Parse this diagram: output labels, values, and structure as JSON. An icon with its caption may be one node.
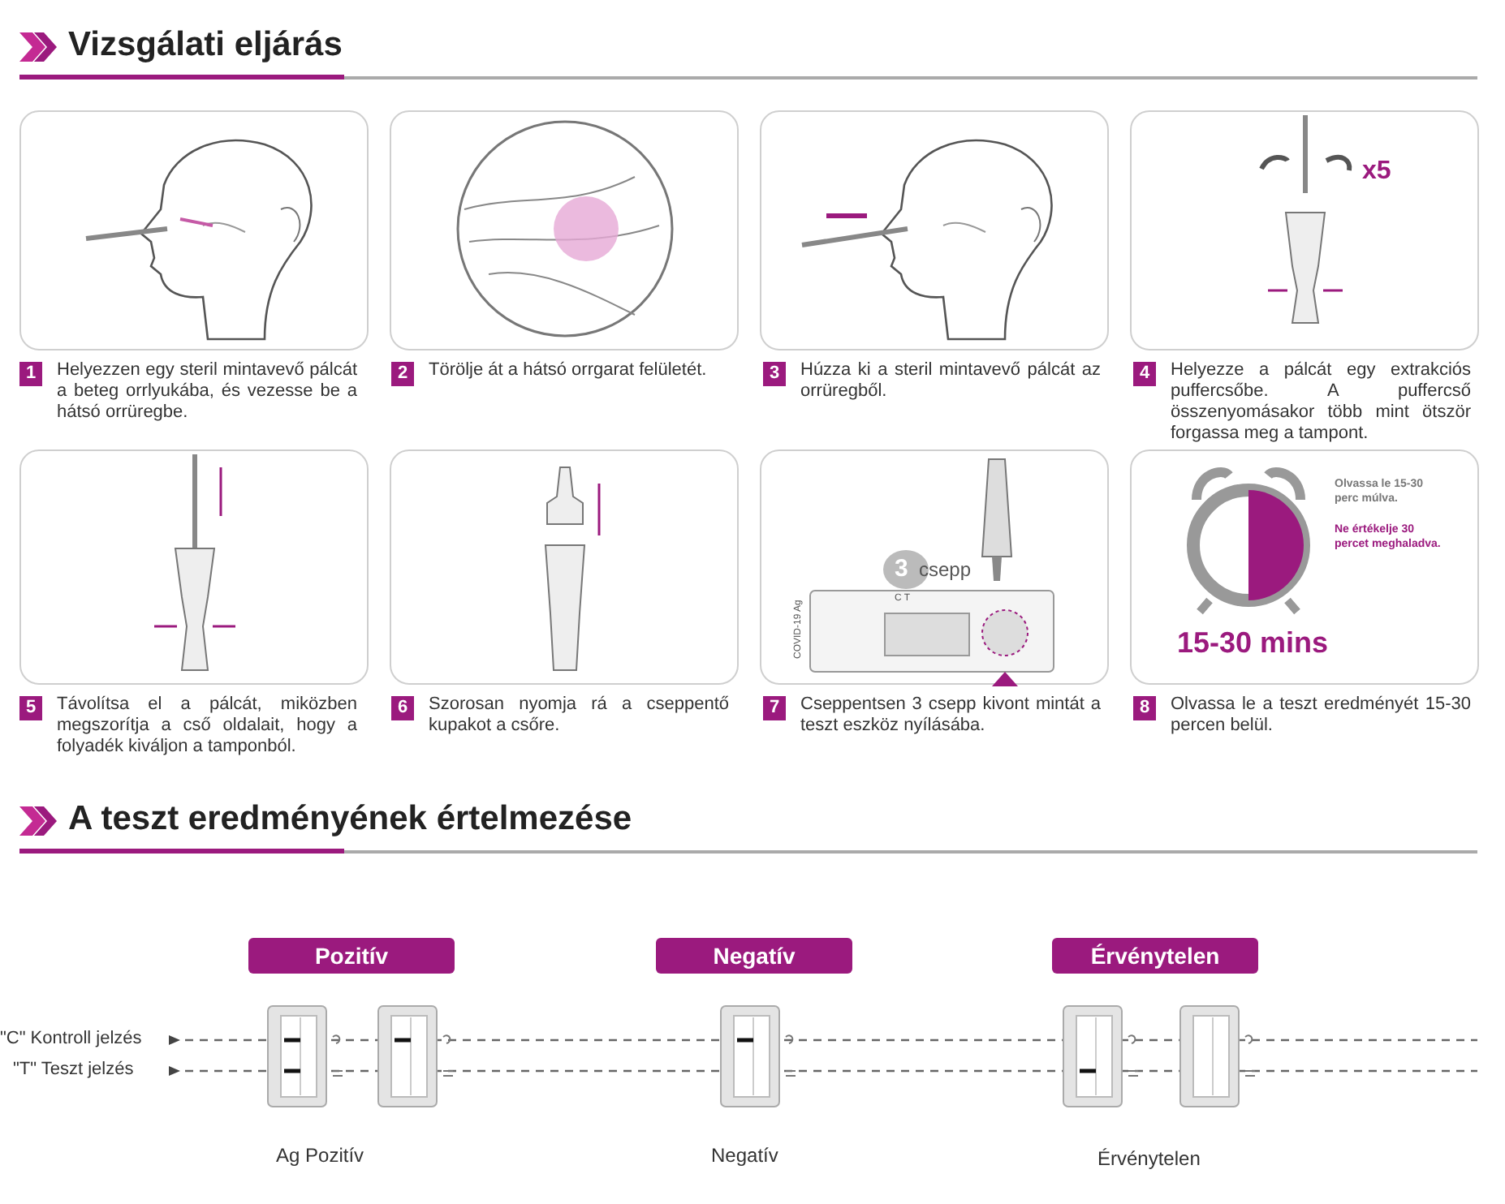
{
  "diagram": {
    "title": "Vizsgálati eljárás",
    "nodes": [
      {
        "text": [],
        "shape": "picture",
        "beside": [
          "1",
          "Helyezzen egy steril mintavevő pálcát a beteg orrlyukába, és vezesse be a hátsó orrüregbe."
        ]
      },
      {
        "text": [],
        "shape": "picture",
        "beside": [
          "2",
          "Törölje át a hátsó orrgarat felületét."
        ]
      },
      {
        "text": [],
        "shape": "picture",
        "beside": [
          "3",
          "Húzza ki a steril mintavevő pálcát az orrüregből."
        ]
      },
      {
        "text": [
          "x5"
        ],
        "beside": [
          "4",
          "Helyezze a pálcát egy extrakciós puffercsőbe. A puffercső összenyomásakor több mint ötször forgassa meg a tampont."
        ]
      },
      {
        "text": [],
        "shape": "picture",
        "beside": [
          "5",
          "Távolítsa el a pálcát, miközben megszorítja a cső oldalait, hogy a folyadék kiváljon a tamponból."
        ]
      },
      {
        "text": [],
        "shape": "picture",
        "beside": [
          "6",
          "Szorosan nyomja rá a cseppentő kupakot a csőre."
        ]
      },
      {
        "text": [
          "3",
          "csepp",
          "C T",
          "COVID-19 Ag"
        ],
        "beside": [
          "7",
          "Cseppentsen 3 csepp kivont mintát a teszt eszköz nyílásába."
        ]
      },
      {
        "text": [
          "Olvassa le 15-30 perc múlva.",
          "Ne értékelje 30 percet meghaladva.",
          "15-30 mins"
        ],
        "beside": [
          "8",
          "Olvassa le a teszt eredményét 15-30 percen belül."
        ]
      },
      {
        "text": [
          "Pozitív"
        ]
      },
      {
        "text": [
          "Negatív"
        ]
      },
      {
        "text": [
          "Érvénytelen"
        ]
      }
    ],
    "labels": [
      "A teszt eredményének értelmezése",
      "\"C\" Kontroll jelzés",
      "\"T\" Teszt jelzés",
      "Ag Pozitív",
      "Negatív",
      "Érvénytelen"
    ]
  }
}
